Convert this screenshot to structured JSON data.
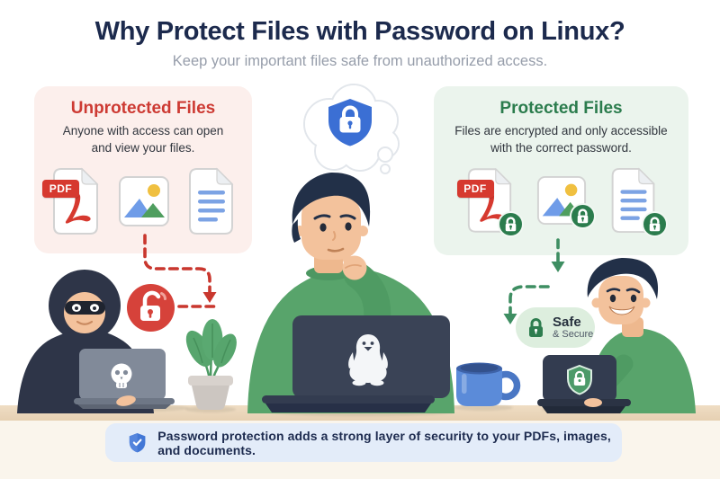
{
  "header": {
    "title": "Why Protect Files with Password on Linux?",
    "subtitle": "Keep your important files safe from unauthorized access."
  },
  "unprotected_panel": {
    "title": "Unprotected Files",
    "description": "Anyone with access can open and view your files.",
    "pdf_badge": "PDF",
    "file_icons": [
      "pdf-file",
      "image-file",
      "document-file"
    ]
  },
  "protected_panel": {
    "title": "Protected Files",
    "description": "Files are encrypted and only accessible with the correct password.",
    "pdf_badge": "PDF",
    "file_icons": [
      "pdf-file-locked",
      "image-file-locked",
      "document-file-locked"
    ]
  },
  "safe_badge": {
    "line1": "Safe",
    "line2": "& Secure"
  },
  "footer_banner": {
    "text": "Password protection adds a strong layer of security to your PDFs, images, and documents."
  },
  "icons": {
    "thought_bubble": "shield-lock-icon",
    "unprotected_alert": "open-lock-icon",
    "hacker_laptop": "skull-icon",
    "center_laptop": "tux-penguin-icon",
    "secure_laptop": "shield-lock-icon",
    "safe_pill": "lock-icon",
    "banner": "shield-check-icon",
    "file_lock_overlay": "lock-badge-icon"
  },
  "colors": {
    "title_text": "#1c2a4d",
    "subtitle_text": "#969daa",
    "unprotected_accent": "#cd3a33",
    "unprotected_bg": "#fcefec",
    "protected_accent": "#2b7c4d",
    "protected_bg": "#ebf4ed",
    "thought_shield_blue": "#3b6fd4",
    "alert_red": "#d6423a",
    "safe_green": "#2e7d4f",
    "safe_pill_bg": "#ddeede",
    "banner_bg": "#e3ecf9",
    "banner_text": "#1d2b4f",
    "desk": "#ead7bc",
    "sweater_green": "#58a46b"
  }
}
